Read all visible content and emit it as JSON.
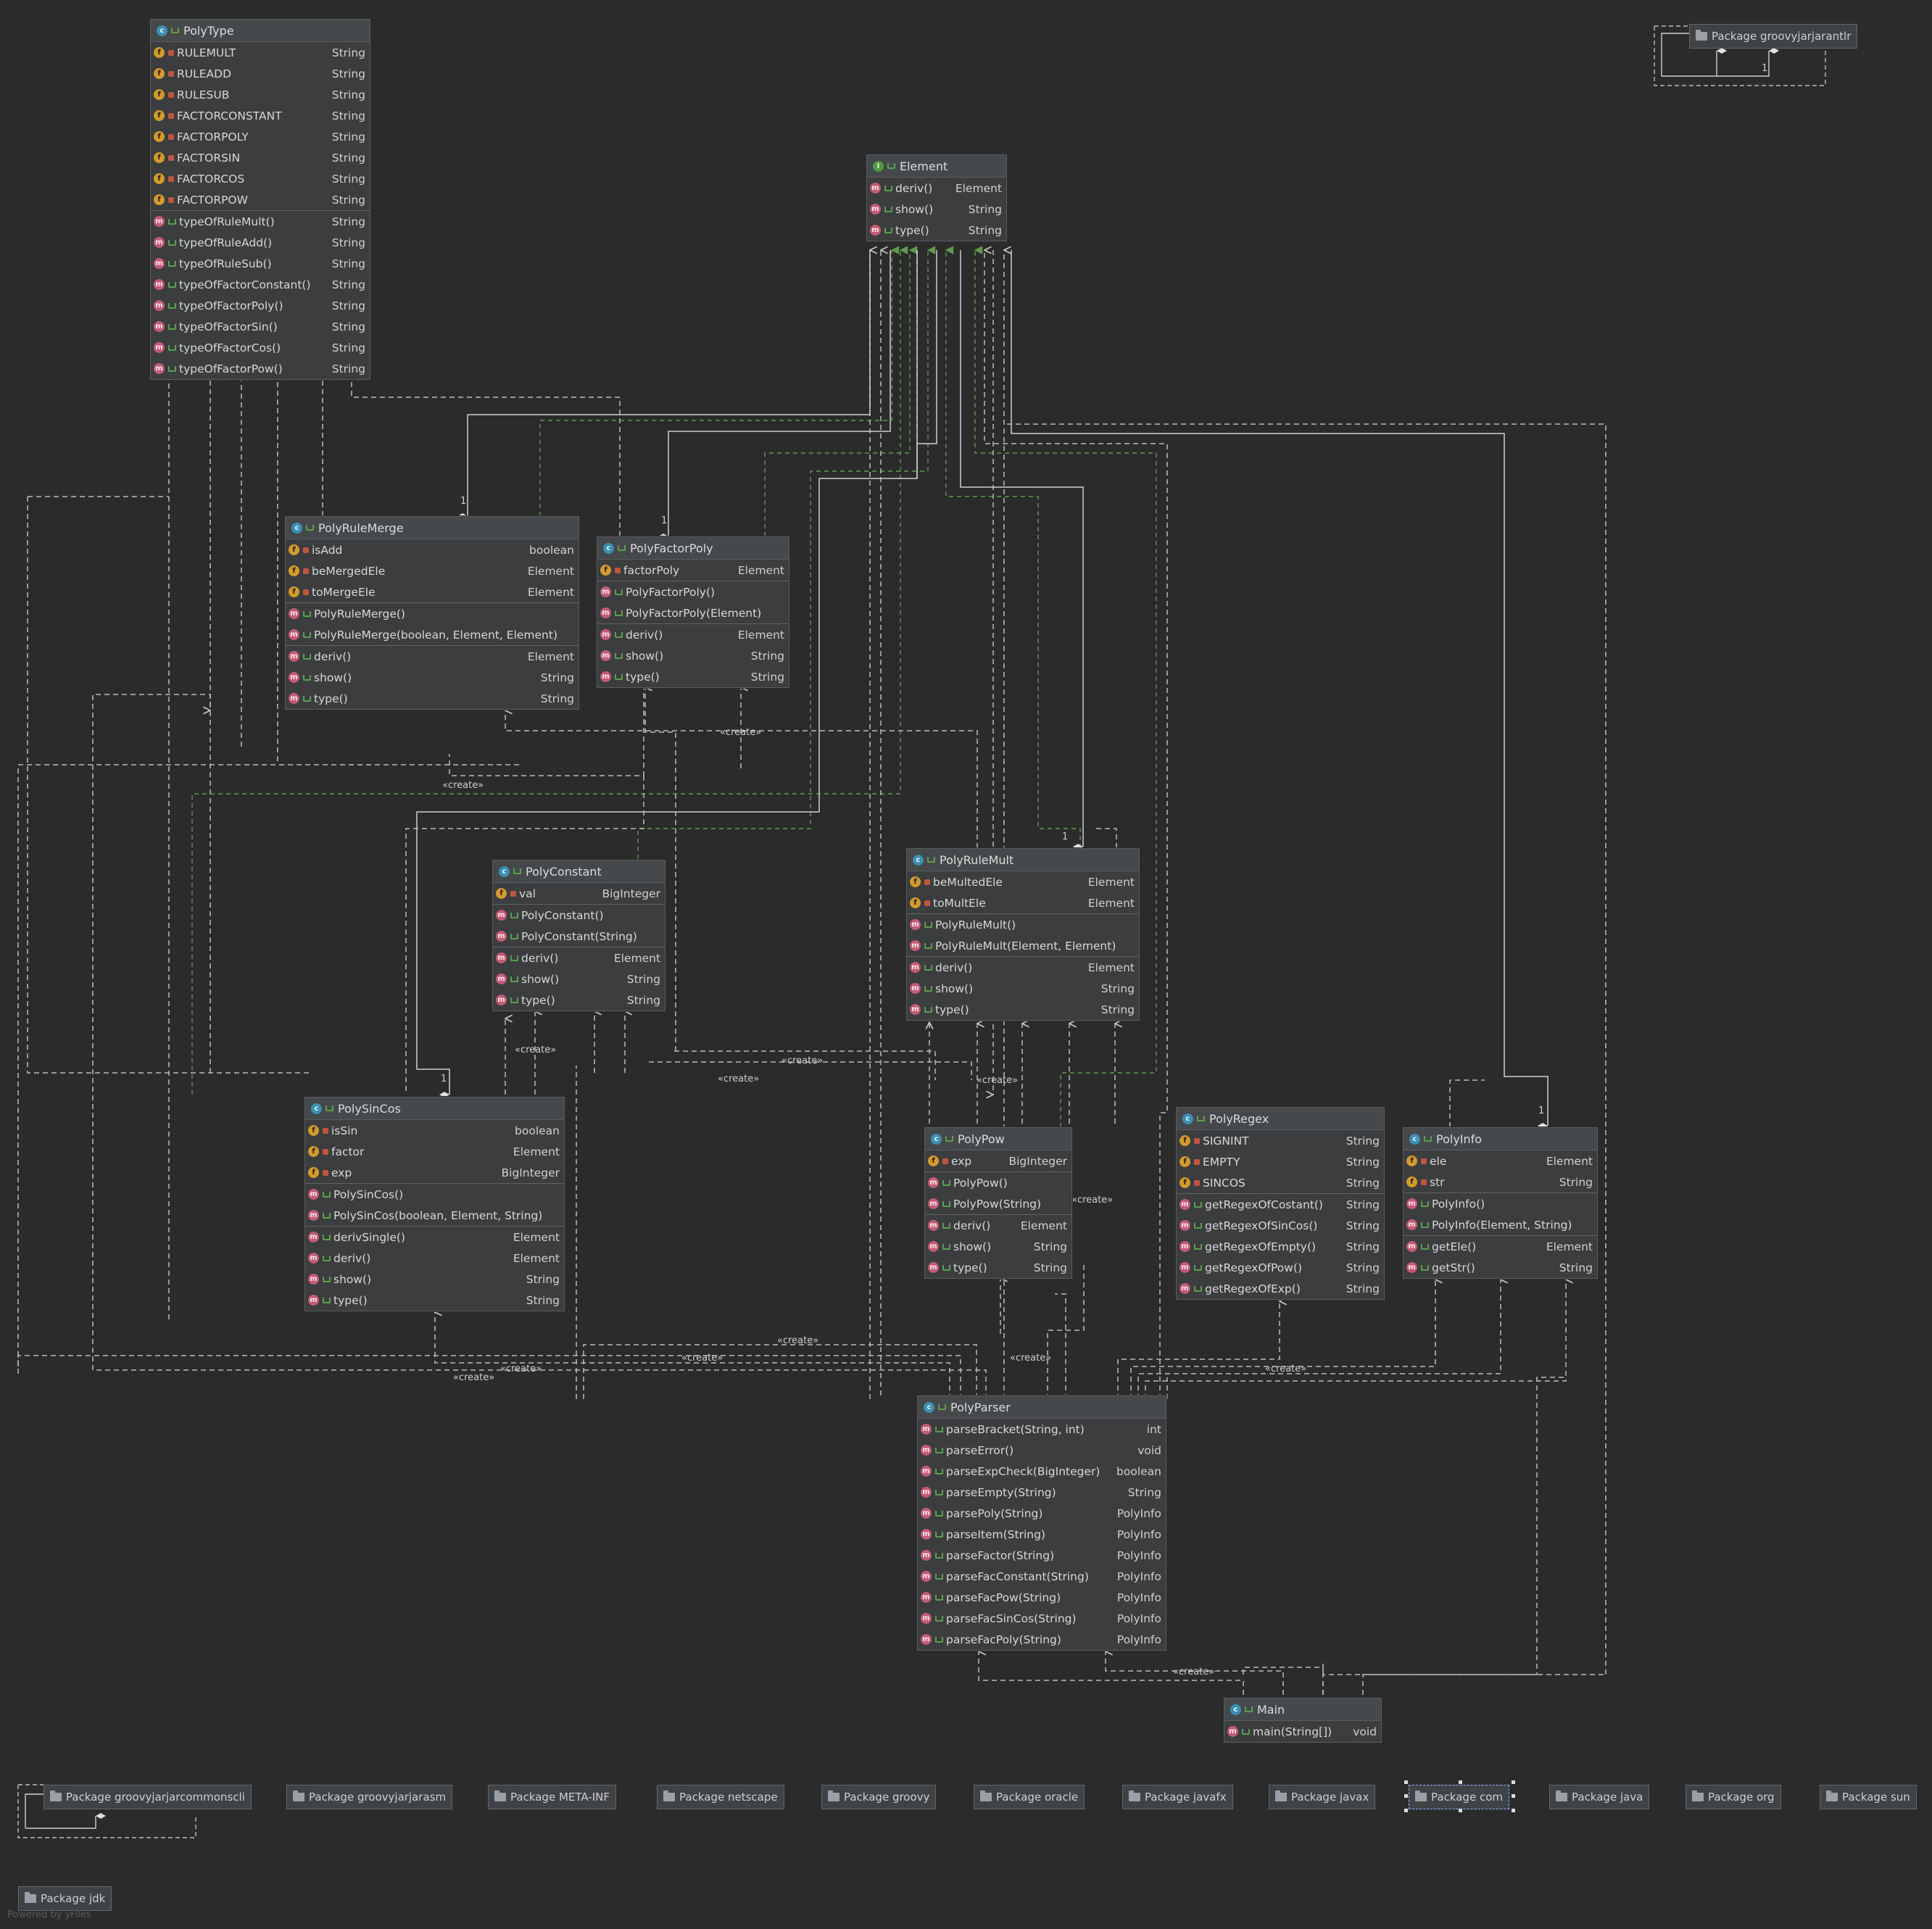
{
  "classes": {
    "polytype": {
      "name": "PolyType",
      "kind": "class",
      "fields": [
        {
          "name": "RULEMULT",
          "type": "String"
        },
        {
          "name": "RULEADD",
          "type": "String"
        },
        {
          "name": "RULESUB",
          "type": "String"
        },
        {
          "name": "FACTORCONSTANT",
          "type": "String"
        },
        {
          "name": "FACTORPOLY",
          "type": "String"
        },
        {
          "name": "FACTORSIN",
          "type": "String"
        },
        {
          "name": "FACTORCOS",
          "type": "String"
        },
        {
          "name": "FACTORPOW",
          "type": "String"
        }
      ],
      "methods": [
        {
          "name": "typeOfRuleMult()",
          "type": "String"
        },
        {
          "name": "typeOfRuleAdd()",
          "type": "String"
        },
        {
          "name": "typeOfRuleSub()",
          "type": "String"
        },
        {
          "name": "typeOfFactorConstant()",
          "type": "String"
        },
        {
          "name": "typeOfFactorPoly()",
          "type": "String"
        },
        {
          "name": "typeOfFactorSin()",
          "type": "String"
        },
        {
          "name": "typeOfFactorCos()",
          "type": "String"
        },
        {
          "name": "typeOfFactorPow()",
          "type": "String"
        }
      ]
    },
    "element": {
      "name": "Element",
      "kind": "interface",
      "methods": [
        {
          "name": "deriv()",
          "type": "Element"
        },
        {
          "name": "show()",
          "type": "String"
        },
        {
          "name": "type()",
          "type": "String"
        }
      ]
    },
    "polyrulemerge": {
      "name": "PolyRuleMerge",
      "kind": "class",
      "fields": [
        {
          "name": "isAdd",
          "type": "boolean"
        },
        {
          "name": "beMergedEle",
          "type": "Element"
        },
        {
          "name": "toMergeEle",
          "type": "Element"
        }
      ],
      "constructors": [
        {
          "name": "PolyRuleMerge()",
          "type": ""
        },
        {
          "name": "PolyRuleMerge(boolean, Element, Element)",
          "type": ""
        }
      ],
      "methods": [
        {
          "name": "deriv()",
          "type": "Element"
        },
        {
          "name": "show()",
          "type": "String"
        },
        {
          "name": "type()",
          "type": "String"
        }
      ]
    },
    "polyfactorpoly": {
      "name": "PolyFactorPoly",
      "kind": "class",
      "fields": [
        {
          "name": "factorPoly",
          "type": "Element"
        }
      ],
      "constructors": [
        {
          "name": "PolyFactorPoly()",
          "type": ""
        },
        {
          "name": "PolyFactorPoly(Element)",
          "type": ""
        }
      ],
      "methods": [
        {
          "name": "deriv()",
          "type": "Element"
        },
        {
          "name": "show()",
          "type": "String"
        },
        {
          "name": "type()",
          "type": "String"
        }
      ]
    },
    "polyconstant": {
      "name": "PolyConstant",
      "kind": "class",
      "fields": [
        {
          "name": "val",
          "type": "BigInteger"
        }
      ],
      "constructors": [
        {
          "name": "PolyConstant()",
          "type": ""
        },
        {
          "name": "PolyConstant(String)",
          "type": ""
        }
      ],
      "methods": [
        {
          "name": "deriv()",
          "type": "Element"
        },
        {
          "name": "show()",
          "type": "String"
        },
        {
          "name": "type()",
          "type": "String"
        }
      ]
    },
    "polyrulemult": {
      "name": "PolyRuleMult",
      "kind": "class",
      "fields": [
        {
          "name": "beMultedEle",
          "type": "Element"
        },
        {
          "name": "toMultEle",
          "type": "Element"
        }
      ],
      "constructors": [
        {
          "name": "PolyRuleMult()",
          "type": ""
        },
        {
          "name": "PolyRuleMult(Element, Element)",
          "type": ""
        }
      ],
      "methods": [
        {
          "name": "deriv()",
          "type": "Element"
        },
        {
          "name": "show()",
          "type": "String"
        },
        {
          "name": "type()",
          "type": "String"
        }
      ]
    },
    "polysincos": {
      "name": "PolySinCos",
      "kind": "class",
      "fields": [
        {
          "name": "isSin",
          "type": "boolean"
        },
        {
          "name": "factor",
          "type": "Element"
        },
        {
          "name": "exp",
          "type": "BigInteger"
        }
      ],
      "constructors": [
        {
          "name": "PolySinCos()",
          "type": ""
        },
        {
          "name": "PolySinCos(boolean, Element, String)",
          "type": ""
        }
      ],
      "methods": [
        {
          "name": "derivSingle()",
          "type": "Element"
        },
        {
          "name": "deriv()",
          "type": "Element"
        },
        {
          "name": "show()",
          "type": "String"
        },
        {
          "name": "type()",
          "type": "String"
        }
      ]
    },
    "polypow": {
      "name": "PolyPow",
      "kind": "class",
      "fields": [
        {
          "name": "exp",
          "type": "BigInteger"
        }
      ],
      "constructors": [
        {
          "name": "PolyPow()",
          "type": ""
        },
        {
          "name": "PolyPow(String)",
          "type": ""
        }
      ],
      "methods": [
        {
          "name": "deriv()",
          "type": "Element"
        },
        {
          "name": "show()",
          "type": "String"
        },
        {
          "name": "type()",
          "type": "String"
        }
      ]
    },
    "polyregex": {
      "name": "PolyRegex",
      "kind": "class",
      "fields": [
        {
          "name": "SIGNINT",
          "type": "String"
        },
        {
          "name": "EMPTY",
          "type": "String"
        },
        {
          "name": "SINCOS",
          "type": "String"
        }
      ],
      "methods": [
        {
          "name": "getRegexOfCostant()",
          "type": "String"
        },
        {
          "name": "getRegexOfSinCos()",
          "type": "String"
        },
        {
          "name": "getRegexOfEmpty()",
          "type": "String"
        },
        {
          "name": "getRegexOfPow()",
          "type": "String"
        },
        {
          "name": "getRegexOfExp()",
          "type": "String"
        }
      ]
    },
    "polyinfo": {
      "name": "PolyInfo",
      "kind": "class",
      "fields": [
        {
          "name": "ele",
          "type": "Element"
        },
        {
          "name": "str",
          "type": "String"
        }
      ],
      "constructors": [
        {
          "name": "PolyInfo()",
          "type": ""
        },
        {
          "name": "PolyInfo(Element, String)",
          "type": ""
        }
      ],
      "methods": [
        {
          "name": "getEle()",
          "type": "Element"
        },
        {
          "name": "getStr()",
          "type": "String"
        }
      ]
    },
    "polyparser": {
      "name": "PolyParser",
      "kind": "class",
      "methods": [
        {
          "name": "parseBracket(String, int)",
          "type": "int"
        },
        {
          "name": "parseError()",
          "type": "void"
        },
        {
          "name": "parseExpCheck(BigInteger)",
          "type": "boolean"
        },
        {
          "name": "parseEmpty(String)",
          "type": "String"
        },
        {
          "name": "parsePoly(String)",
          "type": "PolyInfo"
        },
        {
          "name": "parseItem(String)",
          "type": "PolyInfo"
        },
        {
          "name": "parseFactor(String)",
          "type": "PolyInfo"
        },
        {
          "name": "parseFacConstant(String)",
          "type": "PolyInfo"
        },
        {
          "name": "parseFacPow(String)",
          "type": "PolyInfo"
        },
        {
          "name": "parseFacSinCos(String)",
          "type": "PolyInfo"
        },
        {
          "name": "parseFacPoly(String)",
          "type": "PolyInfo"
        }
      ]
    },
    "main": {
      "name": "Main",
      "kind": "class",
      "methods": [
        {
          "name": "main(String[])",
          "type": "void"
        }
      ]
    }
  },
  "packages": [
    {
      "id": "groovyjarjarantlr",
      "label": "Package groovyjarjarantlr"
    },
    {
      "id": "groovyjarjarcommonscli",
      "label": "Package groovyjarjarcommonscli"
    },
    {
      "id": "groovyjarjarasm",
      "label": "Package groovyjarjarasm"
    },
    {
      "id": "meta-inf",
      "label": "Package META-INF"
    },
    {
      "id": "netscape",
      "label": "Package netscape"
    },
    {
      "id": "groovy",
      "label": "Package groovy"
    },
    {
      "id": "oracle",
      "label": "Package oracle"
    },
    {
      "id": "javafx",
      "label": "Package javafx"
    },
    {
      "id": "javax",
      "label": "Package javax"
    },
    {
      "id": "com",
      "label": "Package com"
    },
    {
      "id": "java",
      "label": "Package java"
    },
    {
      "id": "org",
      "label": "Package org"
    },
    {
      "id": "sun",
      "label": "Package sun"
    },
    {
      "id": "jdk",
      "label": "Package jdk"
    }
  ],
  "edge_labels": {
    "create": "«create»",
    "one": "1"
  },
  "footer": "Powered by yFiles",
  "colors": {
    "background": "#2b2b2b",
    "dependency": "#c8c8c8",
    "realization": "#5f9a4c",
    "selection": "#8fb4ff"
  }
}
